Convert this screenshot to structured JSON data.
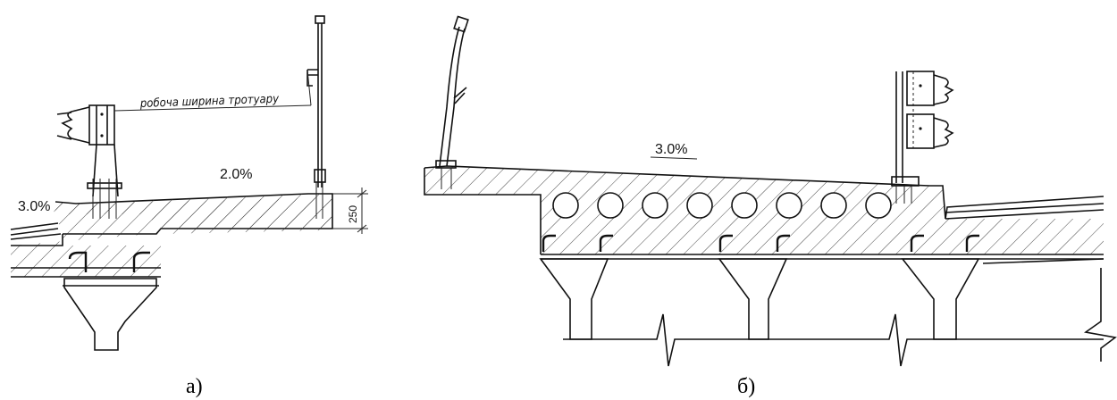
{
  "figure_a": {
    "dimension_label": "робоча ширина тротуару",
    "slope_left": "3.0%",
    "slope_walkway": "2.0%",
    "height_dimension": "250",
    "caption": "а)"
  },
  "figure_b": {
    "slope": "3.0%",
    "caption": "б)"
  }
}
